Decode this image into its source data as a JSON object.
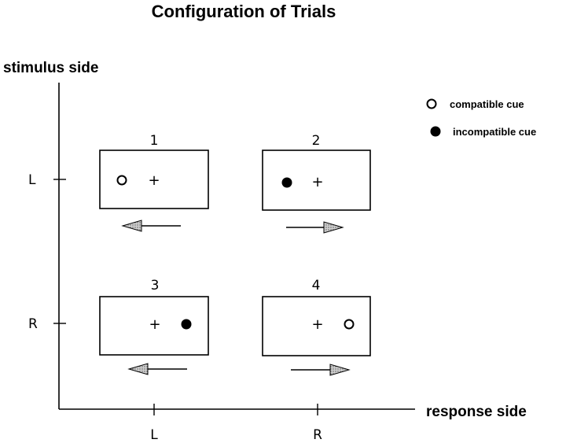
{
  "title": "Configuration of Trials",
  "y_axis": {
    "label": "stimulus side",
    "ticks": [
      "L",
      "R"
    ]
  },
  "x_axis": {
    "label": "response side",
    "ticks": [
      "L",
      "R"
    ]
  },
  "legend": {
    "compatible": "compatible cue",
    "incompatible": "incompatible cue"
  },
  "fixation_symbol": "+",
  "trials": [
    {
      "number": "1",
      "stimulus_side": "L",
      "response_side": "L",
      "cue": "compatible",
      "arrow": "left"
    },
    {
      "number": "2",
      "stimulus_side": "L",
      "response_side": "R",
      "cue": "incompatible",
      "arrow": "right"
    },
    {
      "number": "3",
      "stimulus_side": "R",
      "response_side": "L",
      "cue": "incompatible",
      "arrow": "left"
    },
    {
      "number": "4",
      "stimulus_side": "R",
      "response_side": "R",
      "cue": "compatible",
      "arrow": "right"
    }
  ]
}
